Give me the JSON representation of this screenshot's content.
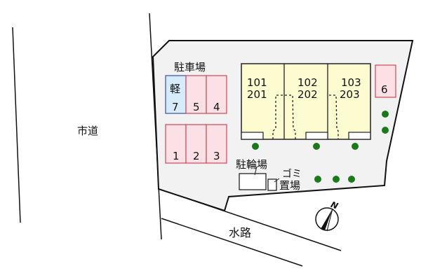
{
  "roads": {
    "city_road_label": "市道",
    "waterway_label": "水路"
  },
  "parking": {
    "title": "駐車場",
    "kei_label": "軽",
    "spaces": [
      {
        "num": "7",
        "type": "kei"
      },
      {
        "num": "5",
        "type": "standard"
      },
      {
        "num": "4",
        "type": "standard"
      },
      {
        "num": "1",
        "type": "standard"
      },
      {
        "num": "2",
        "type": "standard"
      },
      {
        "num": "3",
        "type": "standard"
      },
      {
        "num": "6",
        "type": "standard"
      }
    ]
  },
  "building": {
    "units": [
      {
        "lower": "101",
        "upper": "201"
      },
      {
        "lower": "102",
        "upper": "202"
      },
      {
        "lower": "103",
        "upper": "203"
      }
    ]
  },
  "bicycle_parking": {
    "label": "駐輪場"
  },
  "garbage": {
    "label_line1": "ゴミ",
    "label_line2": "置場"
  },
  "compass": {
    "label": "N"
  },
  "colors": {
    "lot_fill": "#f2f2f2",
    "building_fill": "#fdfbd0",
    "parking_fill": "#fbe0e6",
    "parking_stroke": "#d0485a",
    "kei_fill": "#d6ecfa",
    "kei_stroke": "#3a4ea8",
    "tree": "#1a7a1a"
  }
}
